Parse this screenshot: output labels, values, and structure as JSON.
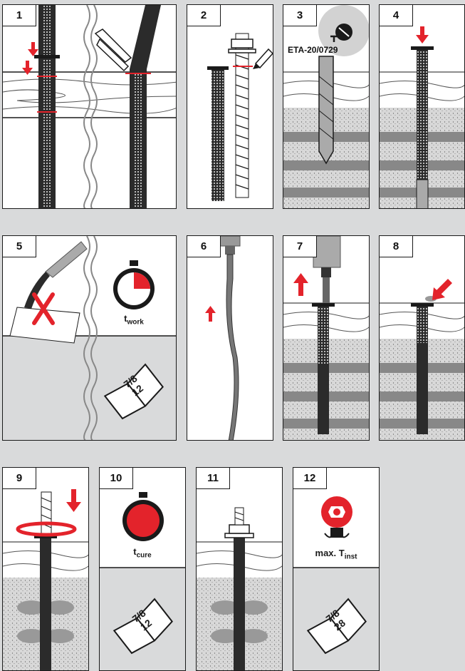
{
  "steps": [
    {
      "number": "1"
    },
    {
      "number": "2"
    },
    {
      "number": "3",
      "label": "ETA-20/0729"
    },
    {
      "number": "4"
    },
    {
      "number": "5",
      "time_label": "t",
      "time_sub": "work",
      "book_top": "7/8",
      "book_bottom": "12"
    },
    {
      "number": "6"
    },
    {
      "number": "7"
    },
    {
      "number": "8"
    },
    {
      "number": "9"
    },
    {
      "number": "10",
      "time_label": "t",
      "time_sub": "cure",
      "book_top": "7/8",
      "book_bottom": "12"
    },
    {
      "number": "11"
    },
    {
      "number": "12",
      "torque_label": "max. T",
      "torque_sub": "inst",
      "book_top": "7/8",
      "book_bottom": "28"
    }
  ],
  "colors": {
    "accent_red": "#e3232b",
    "background": "#d9dadb",
    "ink": "#1a1a1a",
    "concrete": "#cfcfcf"
  },
  "icons": [
    "marker-pen-icon",
    "drill-icon",
    "stopwatch-icon",
    "manual-book-icon",
    "arrow-down-icon",
    "arrow-up-icon",
    "rotate-arrow-icon",
    "torque-wrench-icon",
    "cross-mark-icon"
  ]
}
